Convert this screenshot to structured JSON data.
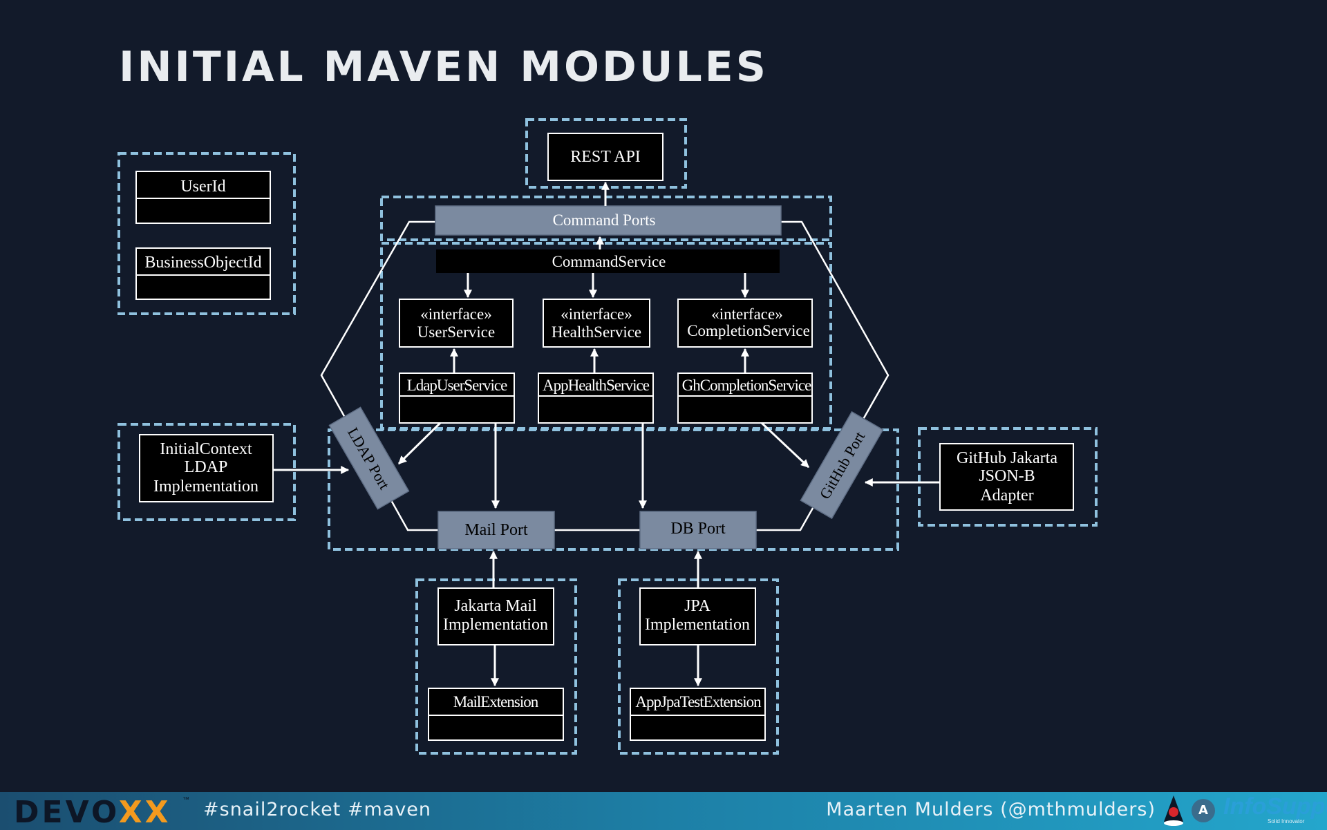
{
  "slide": {
    "title": "INITIAL MAVEN MODULES"
  },
  "diagram": {
    "modules": {
      "rest_api": "REST API",
      "user_id": "UserId",
      "business_object_id": "BusinessObjectId",
      "command_service": "CommandService",
      "user_service": [
        "«interface»",
        "UserService"
      ],
      "health_service": [
        "«interface»",
        "HealthService"
      ],
      "completion_service": [
        "«interface»",
        "CompletionService"
      ],
      "ldap_user_service": "LdapUserService",
      "app_health_service": "AppHealthService",
      "gh_completion_service": "GhCompletionService",
      "initial_context_ldap": [
        "InitialContext",
        "LDAP",
        "Implementation"
      ],
      "github_adapter": [
        "GitHub Jakarta",
        "JSON-B",
        "Adapter"
      ],
      "jakarta_mail": [
        "Jakarta Mail",
        "Implementation"
      ],
      "jpa": [
        "JPA",
        "Implementation"
      ],
      "mail_extension": "MailExtension",
      "app_jpa_test_extension": "AppJpaTestExtension"
    },
    "ports": {
      "command_ports": "Command Ports",
      "ldap_port": "LDAP Port",
      "github_port": "GitHub Port",
      "mail_port": "Mail Port",
      "db_port": "DB Port"
    },
    "colors": {
      "background": "#121a2a",
      "module_border": "#8fc1de",
      "port_fill": "#7b8aa0",
      "box_fill": "#000000"
    }
  },
  "footer": {
    "logo_devo": "DEVO",
    "logo_x": "XX",
    "trademark": "™",
    "hashtags": "#snail2rocket #maven",
    "speaker": "Maarten Mulders (@mthmulders)",
    "badge_a": "A",
    "infosupport": "InfoSupport",
    "infosupport_tagline": "Solid Innovator"
  }
}
